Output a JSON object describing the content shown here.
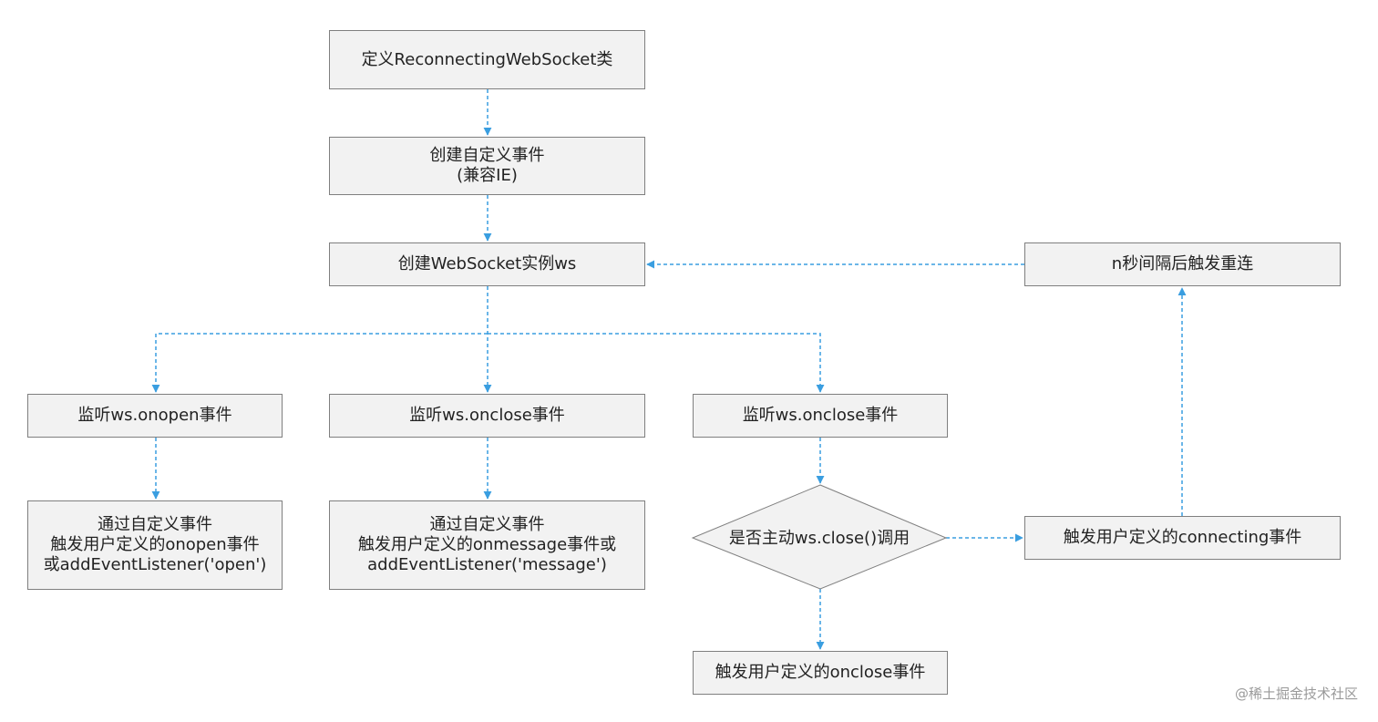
{
  "nodes": {
    "define_class": "定义ReconnectingWebSocket类",
    "create_event_l1": "创建自定义事件",
    "create_event_l2": "(兼容IE)",
    "create_ws": "创建WebSocket实例ws",
    "reconnect": "n秒间隔后触发重连",
    "listen_open": "监听ws.onopen事件",
    "listen_close_a": "监听ws.onclose事件",
    "listen_close_b": "监听ws.onclose事件",
    "open_handler_l1": "通过自定义事件",
    "open_handler_l2": "触发用户定义的onopen事件",
    "open_handler_l3": "或addEventListener('open')",
    "message_handler_l1": "通过自定义事件",
    "message_handler_l2": "触发用户定义的onmessage事件或",
    "message_handler_l3": "addEventListener('message')",
    "decision": "是否主动ws.close()调用",
    "connecting": "触发用户定义的connecting事件",
    "onclose_user": "触发用户定义的onclose事件"
  },
  "colors": {
    "edge": "#3a9ee0",
    "node_fill": "#f2f2f2",
    "node_border": "#7f7f7f"
  },
  "watermark": "@稀土掘金技术社区"
}
